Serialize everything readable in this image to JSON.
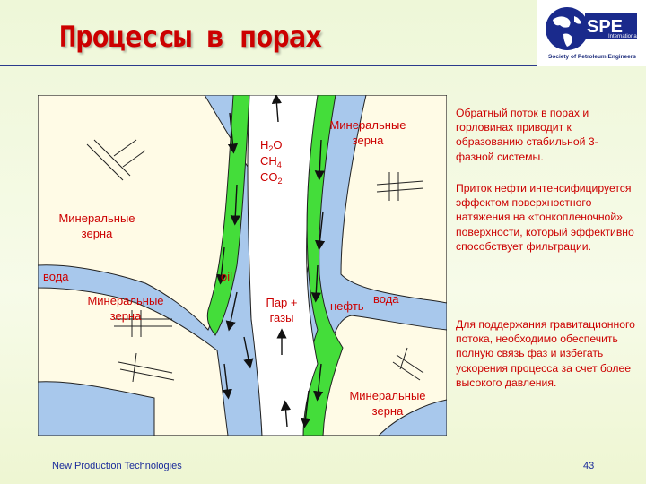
{
  "slide": {
    "title": "Процессы в порах",
    "footer": "New Production Technologies",
    "page_number": "43"
  },
  "logo": {
    "letters": "SPE",
    "word": "International",
    "caption": "Society of Petroleum Engineers"
  },
  "diagram": {
    "labels": {
      "mineral_top_right_1": "Минеральные",
      "mineral_top_right_2": "зерна",
      "mineral_left_1": "Минеральные",
      "mineral_left_2": "зерна",
      "mineral_bottom_left_1": "Минеральные",
      "mineral_bottom_left_2": "зерна",
      "mineral_bottom_right_1": "Минеральные",
      "mineral_bottom_right_2": "зерна",
      "water_left": "вода",
      "water_right": "вода",
      "oil_en": "oil",
      "oil_ru": "нефть",
      "steam_1": "Пар +",
      "steam_2": "газы"
    },
    "gas_formulas": [
      {
        "base": "H",
        "sub": "2",
        "tail": "O"
      },
      {
        "base": "CH",
        "sub": "4",
        "tail": ""
      },
      {
        "base": "CO",
        "sub": "2",
        "tail": ""
      }
    ]
  },
  "side_text": {
    "p1": "Обратный поток в порах и горловинах приводит к образованию стабильной 3-фазной системы.",
    "p2": "Приток нефти интенсифицируется эффектом поверхностного натяжения на «тонкопленочной» поверхности, который эффективно способствует фильтрации.",
    "p3": "Для поддержания гравитационного потока, необходимо обеспечить полную связь фаз и избегать ускорения процесса за счет более высокого давления."
  },
  "colors": {
    "title": "#cc0000",
    "text": "#cc0000",
    "footer": "#1a2a9a",
    "water": "#a8c8ec",
    "oil": "#44dd3a",
    "grain": "#fffbe6",
    "logo_blue": "#1a2a8c"
  }
}
